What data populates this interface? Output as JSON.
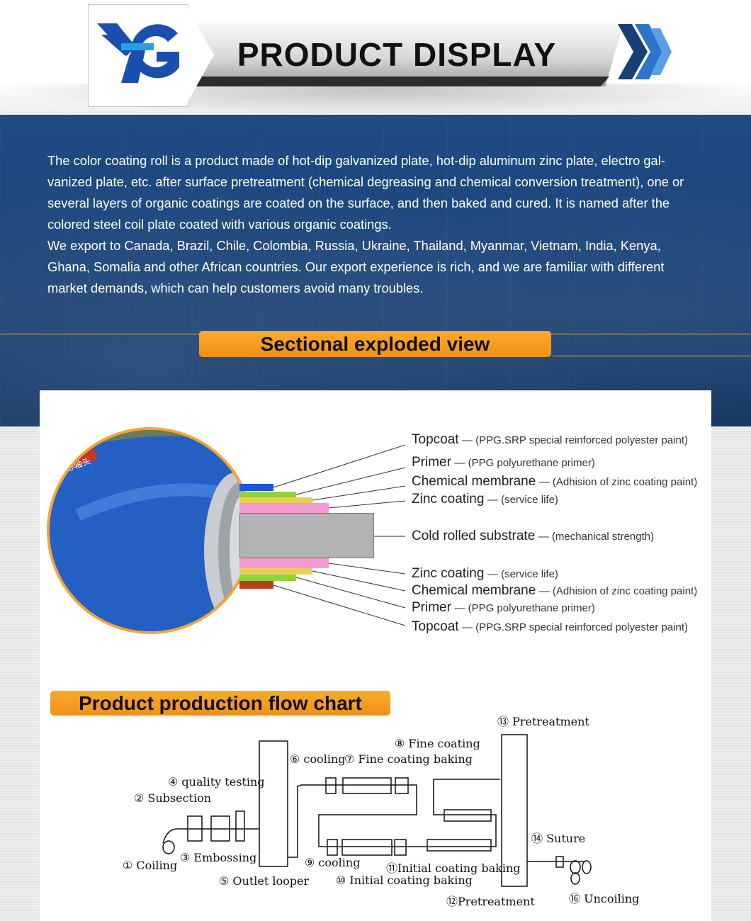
{
  "header": {
    "logo_text": "YG",
    "title": "PRODUCT DISPLAY"
  },
  "intro": {
    "paragraph1": "The color coating roll is a product made of hot-dip galvanized plate, hot-dip aluminum zinc plate, electro gal-vanized plate, etc. after surface pretreatment (chemical degreasing and chemical conversion treatment), one or several layers of organic coatings are coated on the surface, and then baked and cured. It is named after the colored steel coil plate coated with various organic coatings.",
    "paragraph2": "We export to Canada, Brazil, Chile, Colombia, Russia, Ukraine, Thailand, Myanmar, Vietnam, India, Kenya, Ghana, Somalia and other African countries. Our export experience is rich, and we are familiar with different market demands, which can help customers avoid many troubles."
  },
  "exploded": {
    "title": "Sectional exploded view",
    "coil_label": "心轴头",
    "layers": [
      {
        "name": "Topcoat",
        "desc": "— (PPG.SRP special reinforced polyester paint)",
        "color": "#1f54d6"
      },
      {
        "name": "Primer",
        "desc": "— (PPG polyurethane primer)",
        "color": "#8fd43a"
      },
      {
        "name": "Chemical membrane",
        "desc": "— (Adhision of zinc coating paint)",
        "color": "#e6cf5a"
      },
      {
        "name": "Zinc coating",
        "desc": "— (service life)",
        "color": "#f49ad2"
      },
      {
        "name": "Cold rolled substrate",
        "desc": "— (mechanical strength)",
        "color": "#b3b3b3"
      },
      {
        "name": "Zinc coating",
        "desc": "— (service life)",
        "color": "#f49ad2"
      },
      {
        "name": "Chemical membrane",
        "desc": "— (Adhision of zinc coating paint)",
        "color": "#e6cf5a"
      },
      {
        "name": "Primer",
        "desc": "— (PPG polyurethane primer)",
        "color": "#8fd43a"
      },
      {
        "name": "Topcoat",
        "desc": "— (PPG.SRP special reinforced polyester paint)",
        "color": "#b8401a"
      }
    ]
  },
  "flow": {
    "title": "Product production flow chart",
    "steps": [
      "① Coiling",
      "② Subsection",
      "③ Embossing",
      "④ quality testing",
      "⑤ Outlet looper",
      "⑥ cooling",
      "⑦ Fine coating baking",
      "⑧ Fine coating",
      "⑨ cooling",
      "⑩ Initial coating baking",
      "⑪Initial coating baking",
      "⑫Pretreatment",
      "⑬ Pretreatment",
      "⑭ Suture",
      "⑯ Uncoiling"
    ]
  },
  "colors": {
    "accent_orange": "#f3961e",
    "panel_blue": "#1c4478",
    "logo_blue": "#1a4fb0"
  }
}
